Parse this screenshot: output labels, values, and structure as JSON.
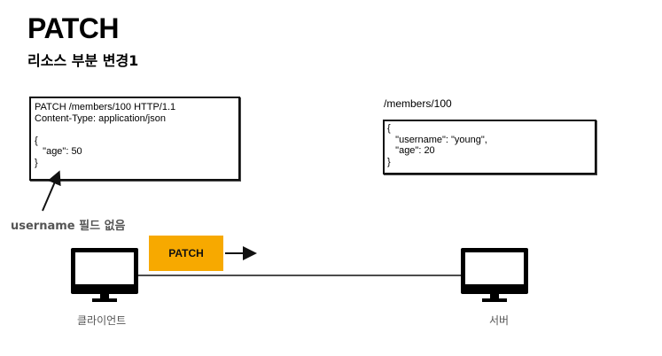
{
  "slide": {
    "title": "PATCH",
    "subtitle": "리소스 부분 변경1"
  },
  "request": {
    "lines": [
      "PATCH /members/100 HTTP/1.1",
      "Content-Type: application/json",
      "",
      "{",
      "   \"age\": 50",
      "}"
    ]
  },
  "resource": {
    "path": "/members/100",
    "lines": [
      "{",
      "   \"username\": \"young\",",
      "   \"age\": 20",
      "}"
    ]
  },
  "annotation": {
    "text": "username 필드 없음"
  },
  "method_button": {
    "label": "PATCH",
    "color": "#f7a900"
  },
  "nodes": {
    "client": "클라이언트",
    "server": "서버"
  }
}
